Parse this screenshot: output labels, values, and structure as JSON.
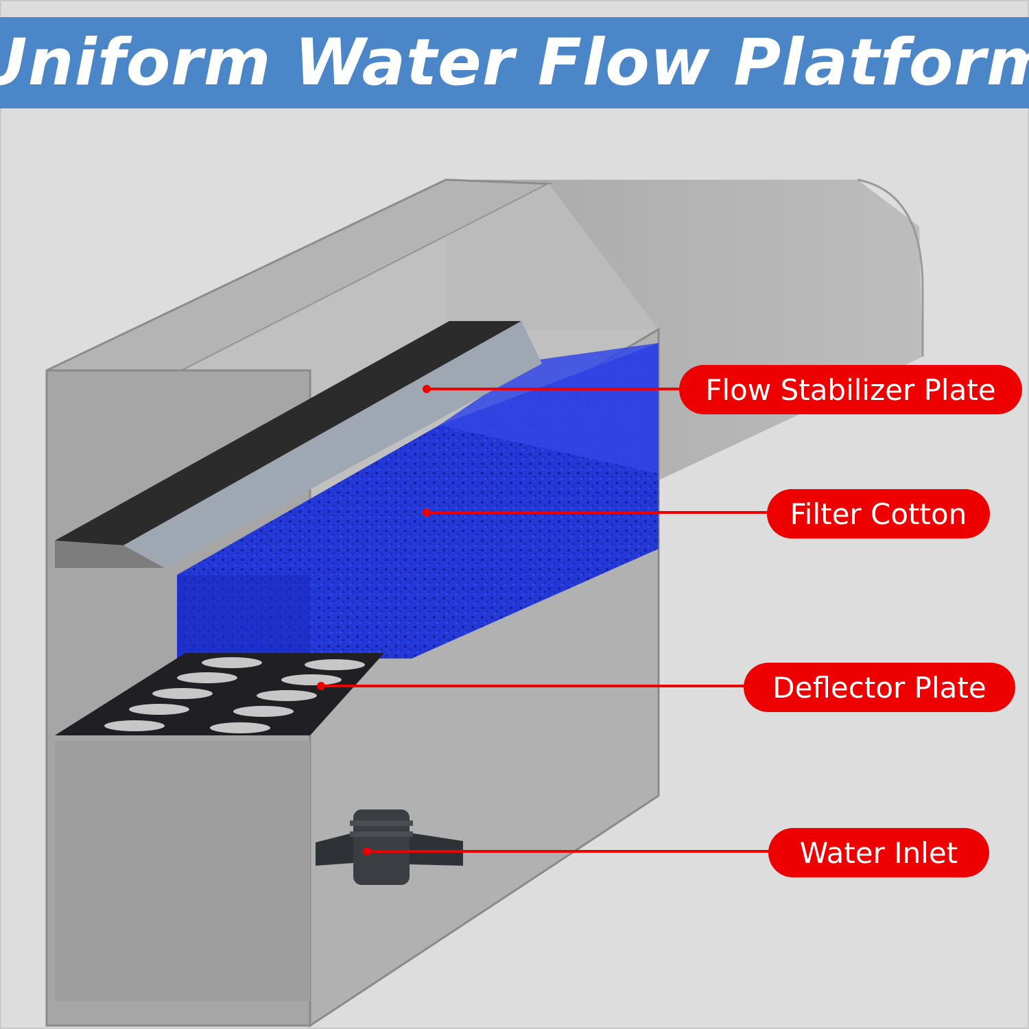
{
  "title": "Uniform Water Flow Platform",
  "labels": {
    "flow_stabilizer_plate": "Flow Stabilizer Plate",
    "filter_cotton": "Filter Cotton",
    "deflector_plate": "Deflector Plate",
    "water_inlet": "Water Inlet"
  },
  "colors": {
    "banner": "#4a86c8",
    "callout": "#ee0000",
    "filter": "#2a3fd6"
  }
}
